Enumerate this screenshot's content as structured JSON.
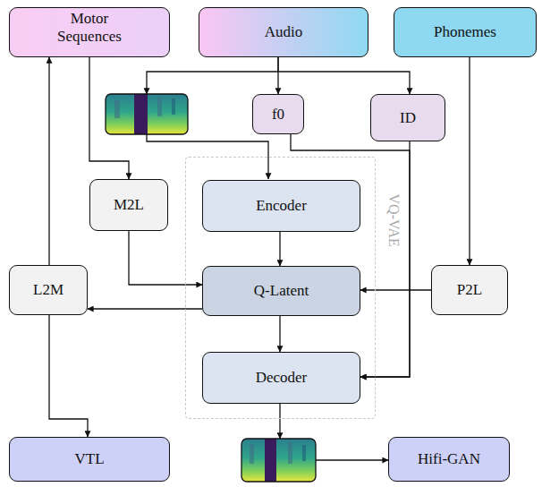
{
  "diagram": {
    "nodes": [
      {
        "text": [
          "Motor Sequences"
        ]
      },
      {
        "text": [
          "Audio"
        ]
      },
      {
        "text": [
          "Phonemes"
        ]
      },
      {
        "text": [
          "f0"
        ]
      },
      {
        "text": [
          "ID"
        ]
      },
      {
        "text": [
          "VQ-VAE"
        ]
      },
      {
        "text": [
          "Encoder"
        ],
        "in": 5
      },
      {
        "text": [
          "Q-Latent"
        ],
        "in": 5
      },
      {
        "text": [
          "Decoder"
        ],
        "in": 5
      },
      {
        "text": [
          "M2L"
        ]
      },
      {
        "text": [
          "L2M"
        ]
      },
      {
        "text": [
          "P2L"
        ]
      },
      {
        "text": [
          "VTL"
        ]
      },
      {
        "text": [
          "Hifi-GAN"
        ]
      }
    ],
    "edges": [
      {
        "from": 1,
        "to": 3,
        "arrow": "to"
      },
      {
        "from": 1,
        "to": 4,
        "arrow": "to"
      },
      {
        "from": 0,
        "to": 9,
        "arrow": "to"
      },
      {
        "from": 9,
        "to": 7,
        "arrow": "to"
      },
      {
        "from": 6,
        "to": 7,
        "arrow": "to"
      },
      {
        "from": 3,
        "to": 8,
        "arrow": "to"
      },
      {
        "from": 4,
        "to": 8,
        "arrow": "to"
      },
      {
        "from": 2,
        "to": 11,
        "arrow": "to"
      },
      {
        "from": 11,
        "to": 7,
        "arrow": "to"
      },
      {
        "from": 7,
        "to": 10,
        "arrow": "to"
      },
      {
        "from": 10,
        "to": 0,
        "arrow": "to"
      },
      {
        "from": 10,
        "to": 12,
        "arrow": "to"
      },
      {
        "from": 7,
        "to": 8,
        "arrow": "to"
      }
    ]
  }
}
